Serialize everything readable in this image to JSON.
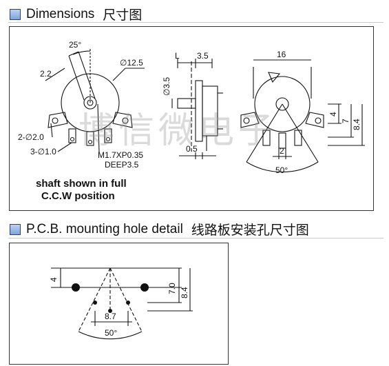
{
  "section1": {
    "title": "Dimensions",
    "title_cn": "尺寸图",
    "watermark": "博信微电子",
    "front_view": {
      "angle": "25°",
      "diag": "2.2",
      "diameter": "∅12.5",
      "holes_large": "2-∅2.0",
      "holes_small": "3-∅1.0",
      "thread": "M1.7XP0.35",
      "deep": "DEEP3.5",
      "note_line1": "shaft shown in full",
      "note_line2": "C.C.W position"
    },
    "side_view": {
      "L": "L",
      "d35top": "3.5",
      "d35left": "∅3.5",
      "d05": "0.5"
    },
    "rear_view": {
      "width": "16",
      "h4": "4",
      "h7": "7",
      "h84": "8.4",
      "gap": "2",
      "angle": "50°"
    }
  },
  "section2": {
    "title": "P.C.B. mounting hole detail",
    "title_cn": "线路板安装孔尺寸图",
    "dims": {
      "v4": "4",
      "v70": "7.0",
      "v84": "8.4",
      "h87": "8.7",
      "angle": "50°"
    }
  }
}
